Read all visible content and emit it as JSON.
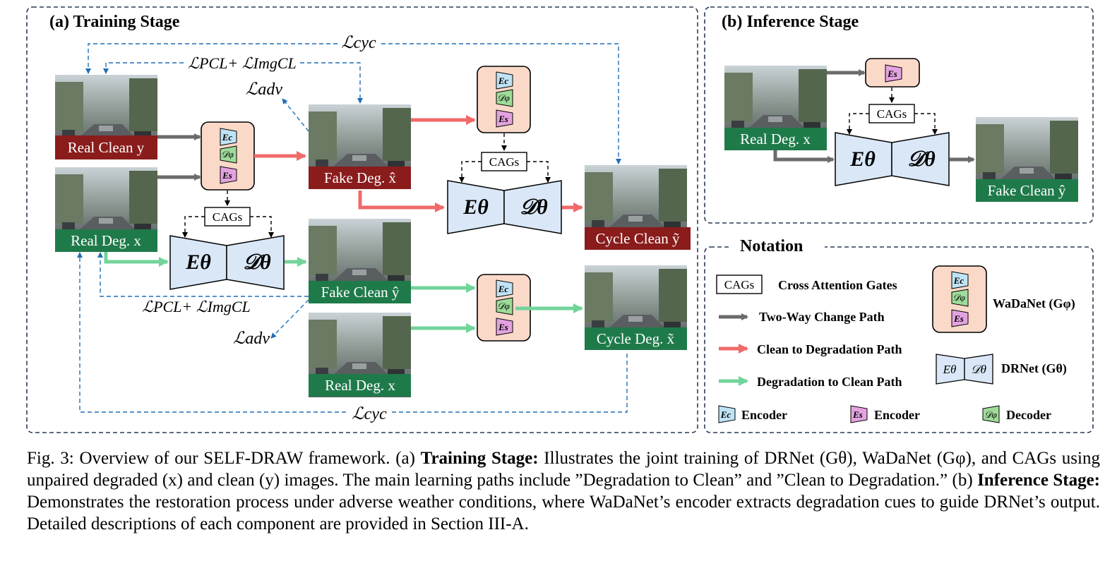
{
  "panels": {
    "training_title": "(a) Training Stage",
    "inference_title": "(b) Inference Stage",
    "notation_title": "Notation"
  },
  "images": {
    "real_clean_y": "Real Clean y",
    "real_deg_x": "Real Deg. x",
    "fake_deg_xhat": "Fake Deg. x̂",
    "fake_clean_yhat": "Fake Clean ŷ",
    "real_deg_x_2": "Real Deg.  x",
    "cycle_clean_ytilde": "Cycle Clean ỹ",
    "cycle_deg_xtilde": "Cycle Deg. x̃",
    "inf_real_deg_x": "Real Deg. x",
    "inf_fake_clean_yhat": "Fake Clean ŷ"
  },
  "losses": {
    "cyc_top": "ℒcyc",
    "pcl_top": "ℒPCL+ ℒImgCL",
    "adv_top": "ℒadv",
    "pcl_bottom": "ℒPCL+ ℒImgCL",
    "adv_bottom": "ℒadv",
    "cyc_bottom": "ℒcyc"
  },
  "modules": {
    "cags": "CAGs",
    "enc_theta": "Eθ",
    "dec_theta": "𝒟θ",
    "es": "Es",
    "ec": "Ec",
    "dphi": "𝒟φ"
  },
  "notation": {
    "cags_box": "CAGs",
    "cags_desc": "Cross Attention Gates",
    "two_way": "Two-Way Change Path",
    "clean_to_deg": "Clean to Degradation Path",
    "deg_to_clean": "Degradation to Clean Path",
    "wadanet": "WaDaNet (Gφ)",
    "drnet": "DRNet (Gθ)",
    "ec_encoder": "Encoder",
    "es_encoder": "Encoder",
    "dphi_decoder": "Decoder"
  },
  "caption": {
    "p1": "Fig. 3: Overview of our SELF-DRAW framework. (a) ",
    "b1": "Training Stage:",
    "p2": " Illustrates the joint training of DRNet (Gθ), WaDaNet (Gφ), and CAGs using unpaired degraded (x) and clean (y) images. The main learning paths include ”Degradation to Clean” and ”Clean to Degradation.” (b) ",
    "b2": "Inference Stage:",
    "p3": " Demonstrates the restoration process under adverse weather conditions, where WaDaNet’s encoder extracts degradation cues to guide DRNet’s output. Detailed descriptions of each component are provided in Section III-A."
  },
  "colors": {
    "gray_arrow": "#6b6b6b",
    "red_arrow": "#f06a6a",
    "green_arrow": "#72d49a",
    "dashed_blue": "#1f6fb5",
    "module_fill": "#fbd9c8",
    "drnet_fill": "#d9e7f6",
    "clean_label_bg": "#8a1c1c",
    "deg_label_bg": "#1f7a4a"
  }
}
